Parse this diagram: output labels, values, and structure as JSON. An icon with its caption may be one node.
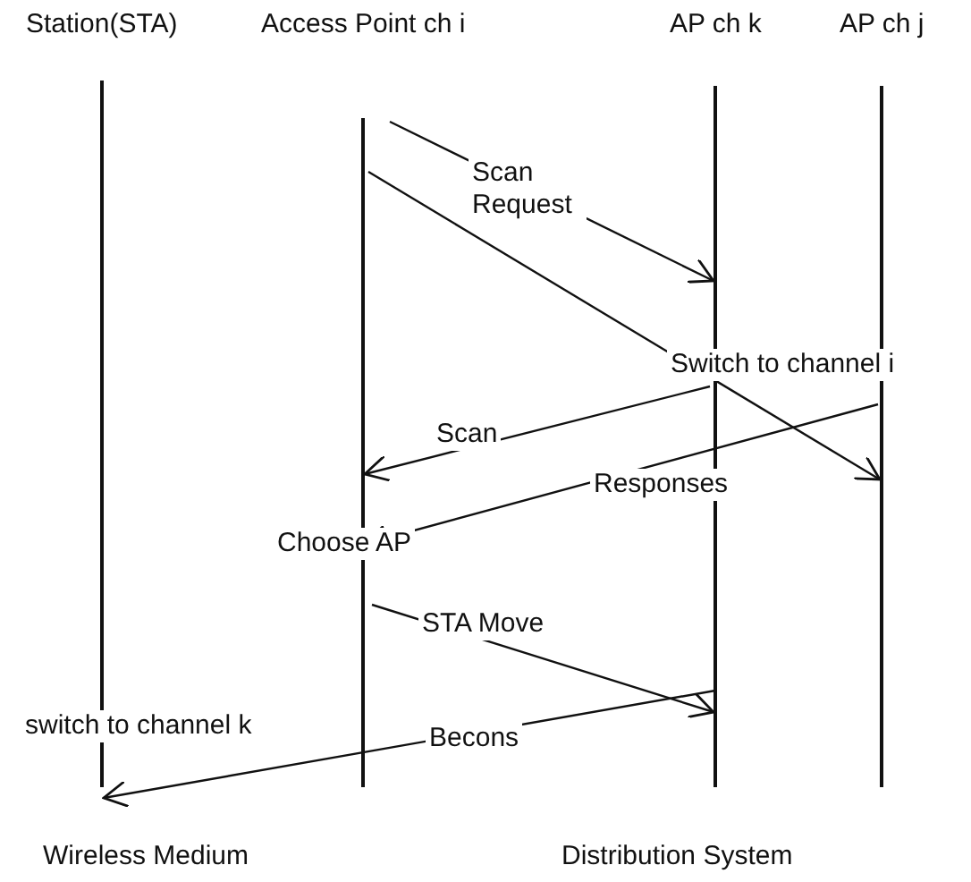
{
  "diagram": {
    "nodes": [
      {
        "text": [
          "Station(STA)"
        ]
      },
      {
        "text": [
          "Access Point ch i"
        ]
      },
      {
        "text": [
          "AP ch k"
        ]
      },
      {
        "text": [
          "AP ch j"
        ]
      }
    ],
    "edges": [
      {
        "from": 1,
        "to": 2,
        "arrow": "to",
        "label": "Scan Request"
      },
      {
        "from": 1,
        "to": 3,
        "arrow": "to"
      },
      {
        "from": 2,
        "to": 1,
        "arrow": "to",
        "label": "Scan"
      },
      {
        "from": 3,
        "to": 1,
        "arrow": "to",
        "label": "Responses"
      },
      {
        "from": 1,
        "to": 2,
        "arrow": "to",
        "label": "STA Move"
      },
      {
        "from": 2,
        "to": 0,
        "arrow": "to",
        "label": "Becons"
      }
    ],
    "labels": [
      "Switch to channel i",
      "Choose AP",
      "switch to channel k",
      "Wireless Medium",
      "Distribution System"
    ]
  }
}
